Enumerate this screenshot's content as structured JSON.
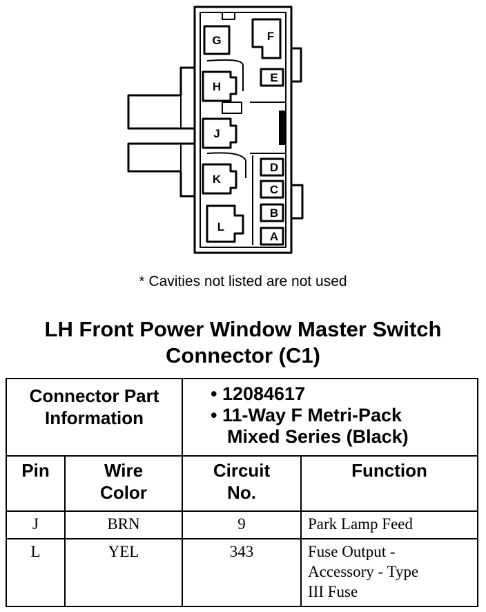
{
  "connector": {
    "cavities": [
      "G",
      "F",
      "E",
      "H",
      "J",
      "K",
      "D",
      "C",
      "B",
      "A",
      "L"
    ]
  },
  "note": "* Cavities not listed are not used",
  "title": {
    "line1": "LH Front Power Window Master Switch",
    "line2": "Connector (C1)"
  },
  "info": {
    "label_line1": "Connector Part",
    "label_line2": "Information",
    "part_number": "• 12084617",
    "desc_line1": "• 11-Way F Metri-Pack",
    "desc_line2": "Mixed Series (Black)"
  },
  "table": {
    "headers": {
      "pin": "Pin",
      "wire_line1": "Wire",
      "wire_line2": "Color",
      "circuit_line1": "Circuit",
      "circuit_line2": "No.",
      "function": "Function"
    },
    "rows": [
      {
        "pin": "J",
        "wire": "BRN",
        "circuit": "9",
        "function_lines": [
          "Park Lamp Feed"
        ]
      },
      {
        "pin": "L",
        "wire": "YEL",
        "circuit": "343",
        "function_lines": [
          "Fuse Output -",
          "Accessory - Type",
          "III Fuse"
        ]
      }
    ]
  }
}
